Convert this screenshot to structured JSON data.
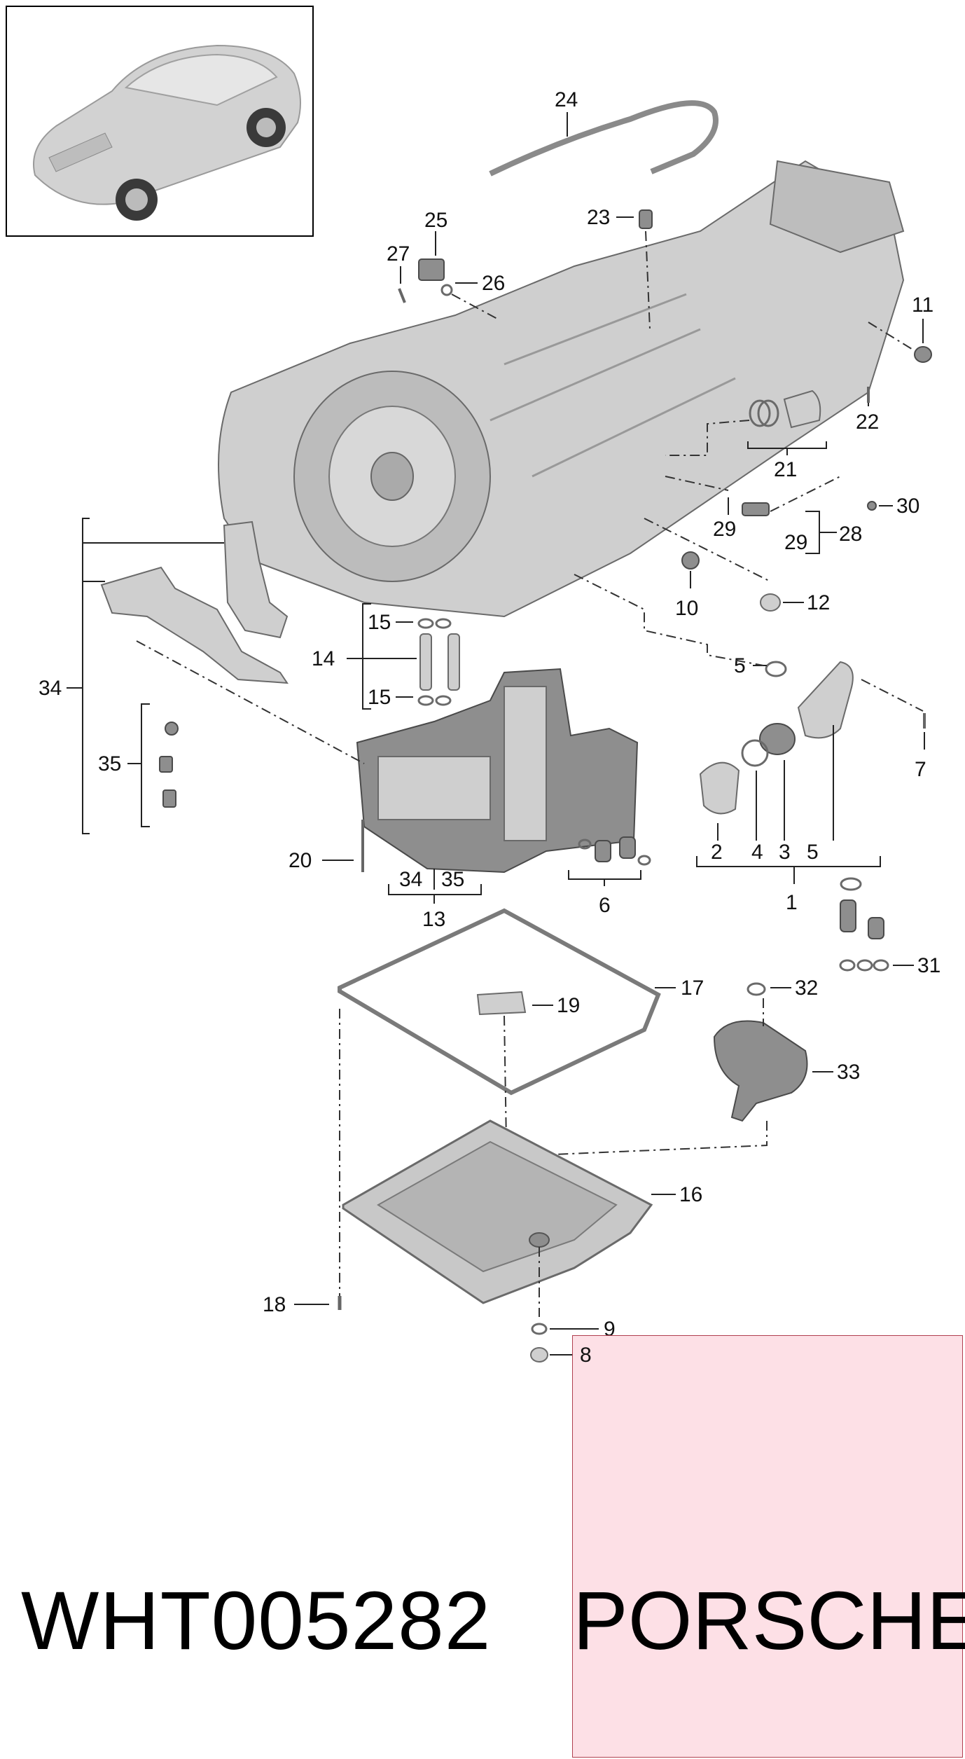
{
  "catalog_number": "WHT005282",
  "brand": "PORSCHE",
  "colors": {
    "highlight_box": "#fde0e6",
    "highlight_border": "#b04050",
    "part_fill": "#cfcfcf"
  },
  "callouts": {
    "c1": "1",
    "c2": "2",
    "c3": "3",
    "c4": "4",
    "c5a": "5",
    "c5b": "5",
    "c6": "6",
    "c7": "7",
    "c8": "8",
    "c9": "9",
    "c10": "10",
    "c11": "11",
    "c12": "12",
    "c13": "13",
    "c14": "14",
    "c15a": "15",
    "c15b": "15",
    "c16": "16",
    "c17": "17",
    "c18": "18",
    "c19": "19",
    "c20": "20",
    "c21": "21",
    "c22": "22",
    "c23": "23",
    "c24": "24",
    "c25": "25",
    "c26": "26",
    "c27": "27",
    "c28": "28",
    "c29a": "29",
    "c29b": "29",
    "c30": "30",
    "c31": "31",
    "c32": "32",
    "c33": "33",
    "c34a": "34",
    "c34b": "34",
    "c35a": "35",
    "c35b": "35"
  }
}
